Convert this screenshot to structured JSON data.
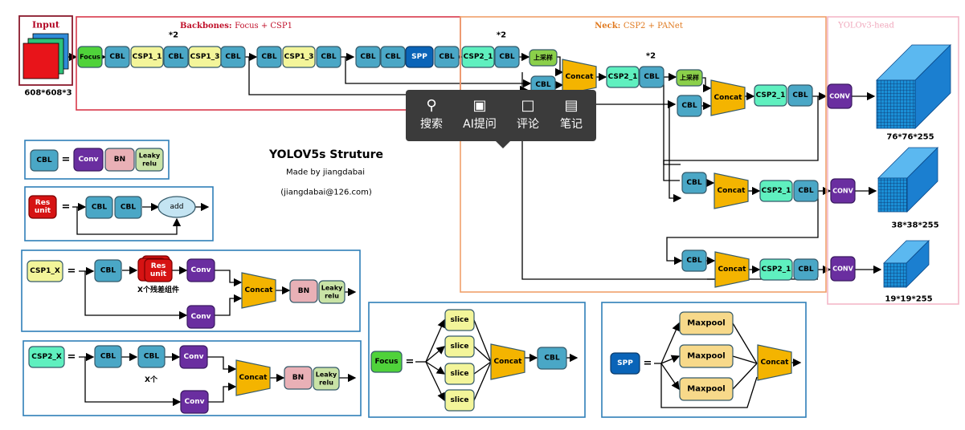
{
  "title": "YOLOV5s Struture",
  "author": "Made by jiangdabai",
  "email": "(jiangdabai@126.com)",
  "input": {
    "label": "Input",
    "size": "608*608*3"
  },
  "sections": {
    "backbone_prefix": "Backbones:",
    "backbone_name": "Focus + CSP1",
    "neck_prefix": "Neck:",
    "neck_name": "CSP2 + PANet",
    "head": "YOLOv3-head"
  },
  "repeat_marker": "*2",
  "nodes": {
    "focus": "Focus",
    "cbl": "CBL",
    "csp1_1": "CSP1_1",
    "csp1_3": "CSP1_3",
    "spp": "SPP",
    "csp2_1": "CSP2_1",
    "upsample": "上采样",
    "concat": "Concat",
    "conv": "CONV",
    "conv_lower": "Conv",
    "bn": "BN",
    "leaky": "Leaky relu",
    "res_unit": "Res unit",
    "add": "add",
    "slice": "slice",
    "maxpool": "Maxpool",
    "csp1_x": "CSP1_X",
    "csp2_x": "CSP2_X",
    "equals": "="
  },
  "captions": {
    "res_components": "X个残差组件",
    "x_count": "X个"
  },
  "outputs": [
    "76*76*255",
    "38*38*255",
    "19*19*255"
  ],
  "toolbar": {
    "search": "搜索",
    "ai_ask": "AI提问",
    "comment": "评论",
    "notes": "笔记"
  },
  "colors": {
    "cbl": "#4aa7c6",
    "csp1": "#f3f59a",
    "csp2": "#5ff0bf",
    "focus": "#4fd23a",
    "concat": "#f4b400",
    "conv": "#6a2ea0",
    "spp": "#0a64b8",
    "bn": "#e9b0b6",
    "leaky": "#c9e3a6",
    "res": "#d61313",
    "upsample": "#8bd04a",
    "add": "#c4e4f2",
    "backbone_border": "#d9384a",
    "neck_border": "#f0a06a",
    "head_border": "#f4b7c8",
    "legend_border": "#2f7fb8",
    "cube": "#1b8fd6"
  }
}
